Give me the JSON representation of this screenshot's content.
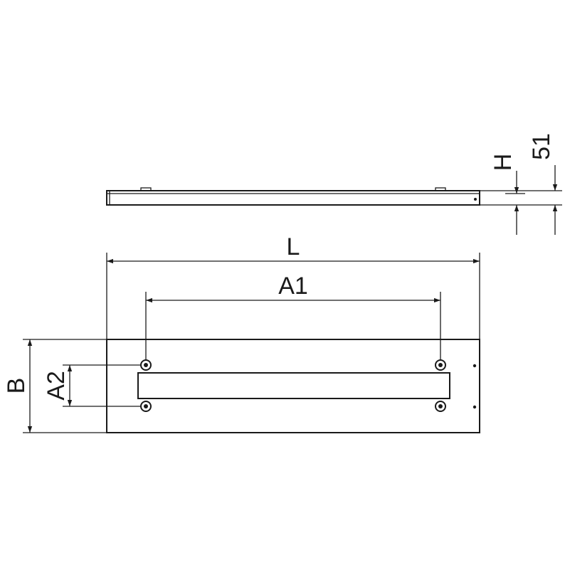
{
  "labels": {
    "L": "L",
    "A1": "A1",
    "B": "B",
    "A2": "A2",
    "H": "H",
    "height_value": "51"
  }
}
